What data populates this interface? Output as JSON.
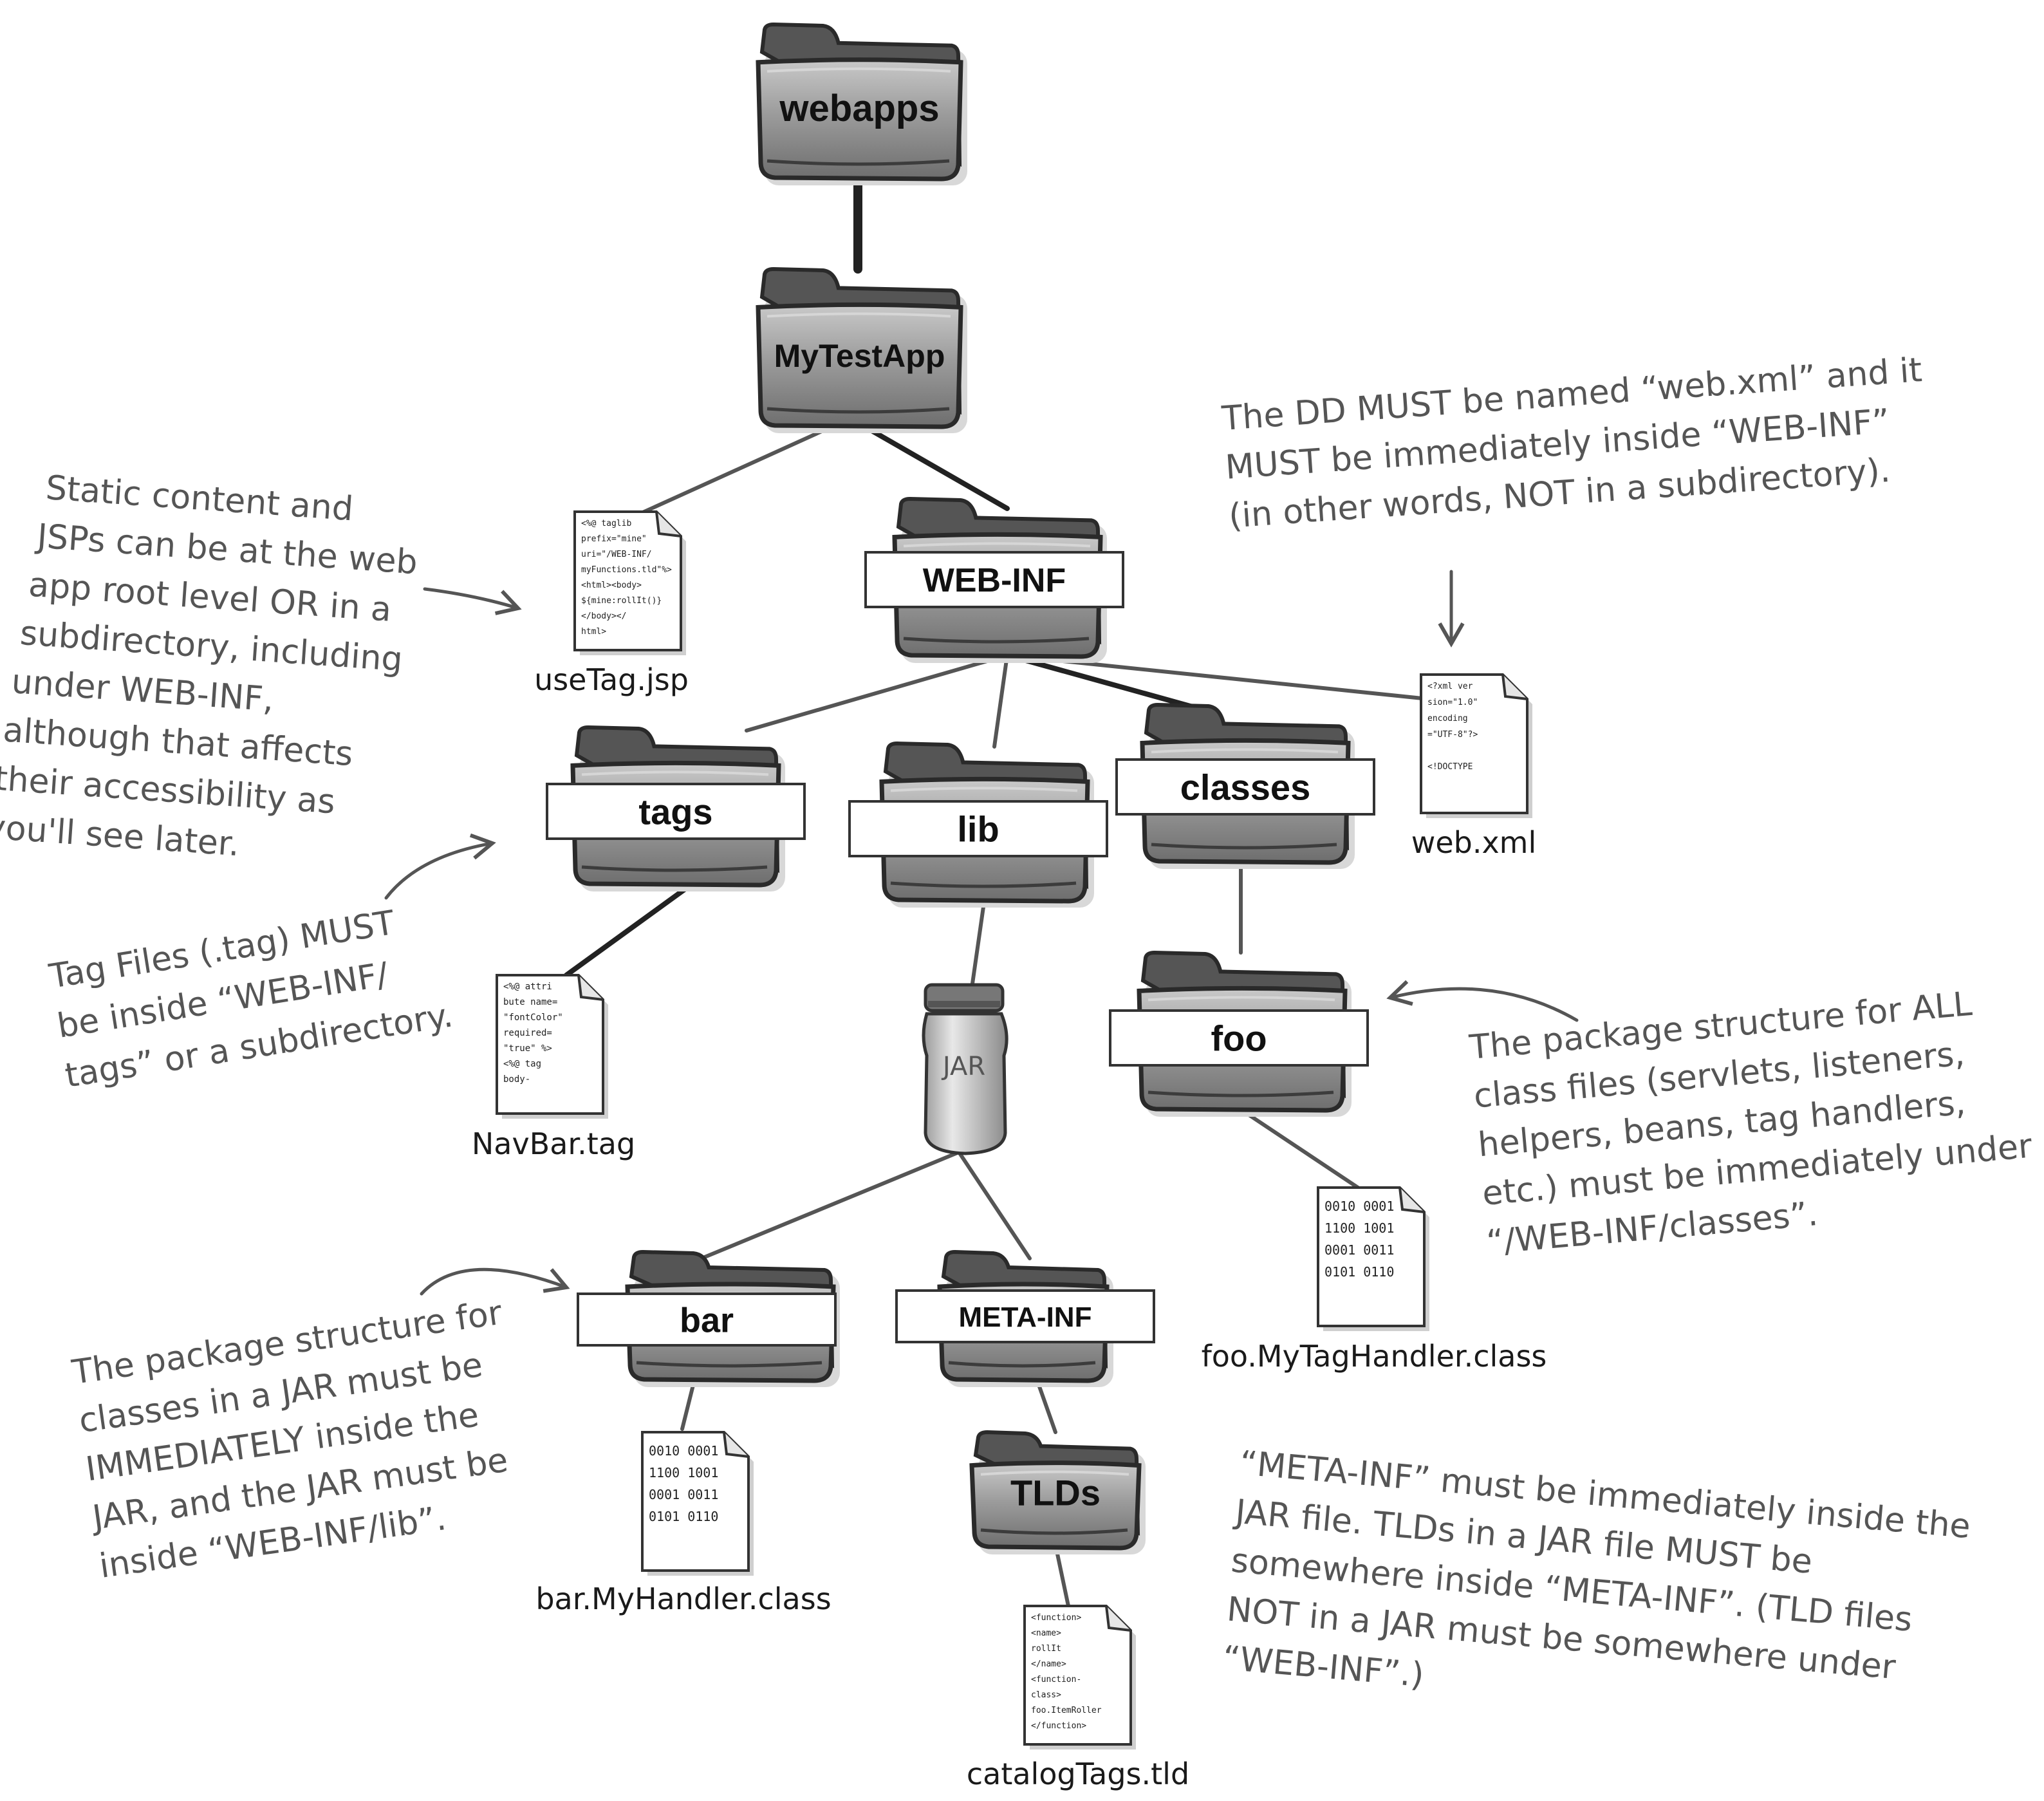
{
  "folders": {
    "webapps": "webapps",
    "mytestapp": "MyTestApp",
    "web_inf": "WEB-INF",
    "tags": "tags",
    "lib": "lib",
    "classes": "classes",
    "foo": "foo",
    "bar": "bar",
    "meta_inf": "META-INF",
    "tlds": "TLDs"
  },
  "jar": "JAR",
  "files": {
    "usetag": {
      "name": "useTag.jsp",
      "lines": [
        "<%@ taglib",
        "prefix=\"mine\"",
        "uri=\"/WEB-INF/",
        "myFunctions.tld\"%>",
        "<html><body>",
        "${mine:rollIt()}",
        "</body></",
        "html>"
      ]
    },
    "webxml": {
      "name": "web.xml",
      "lines": [
        "<?xml ver",
        "sion=\"1.0\"",
        "encoding",
        "=\"UTF-8\"?>",
        "",
        "<!DOCTYPE"
      ]
    },
    "navbar": {
      "name": "NavBar.tag",
      "lines": [
        "<%@ attri",
        "bute name=",
        "\"fontColor\"",
        "required=",
        "\"true\" %>",
        "<%@ tag",
        "body-"
      ]
    },
    "foo_class": {
      "name": "foo.MyTagHandler.class",
      "lines": [
        "0010 0001",
        "1100 1001",
        "0001 0011",
        "0101 0110"
      ]
    },
    "bar_class": {
      "name": "bar.MyHandler.class",
      "lines": [
        "0010 0001",
        "1100 1001",
        "0001 0011",
        "0101 0110"
      ]
    },
    "catalog": {
      "name": "catalogTags.tld",
      "lines": [
        "<function>",
        "<name>",
        "rollIt",
        "</name>",
        "<function-",
        "class>",
        "foo.ItemRoller",
        "</function>"
      ]
    }
  },
  "notes": {
    "static": [
      "Static content and",
      "JSPs can be at the web",
      "app root level OR in a",
      "subdirectory, including",
      "under WEB-INF,",
      "although that affects",
      "their accessibility as",
      "you'll see later."
    ],
    "dd": [
      "The DD MUST be named “web.xml” and it",
      "MUST be immediately inside “WEB-INF”",
      "(in other words, NOT in a subdirectory)."
    ],
    "tagfiles": [
      "Tag Files (.tag) MUST",
      "be inside “WEB-INF/",
      "tags” or a subdirectory."
    ],
    "package": [
      "The package structure for ALL",
      "class files (servlets, listeners,",
      "helpers, beans, tag handlers,",
      "etc.) must be immediately under",
      "“/WEB-INF/classes”."
    ],
    "jarpkg": [
      "The package structure for",
      "classes in a JAR must be",
      "IMMEDIATELY inside the",
      "JAR, and the JAR must be",
      "inside “WEB-INF/lib”."
    ],
    "metainf": [
      "“META-INF” must be immediately inside the",
      "JAR file. TLDs in a JAR file MUST be",
      "somewhere inside “META-INF”. (TLD files",
      "NOT in a JAR must be somewhere under",
      "“WEB-INF”.)"
    ]
  },
  "colors": {
    "folder_fill": "#9a9a9a",
    "folder_dark": "#3a3a3a",
    "note_text": "#555555",
    "line": "#222222"
  },
  "icons": [
    "folder-icon",
    "document-icon",
    "jar-icon",
    "arrow-icon"
  ]
}
